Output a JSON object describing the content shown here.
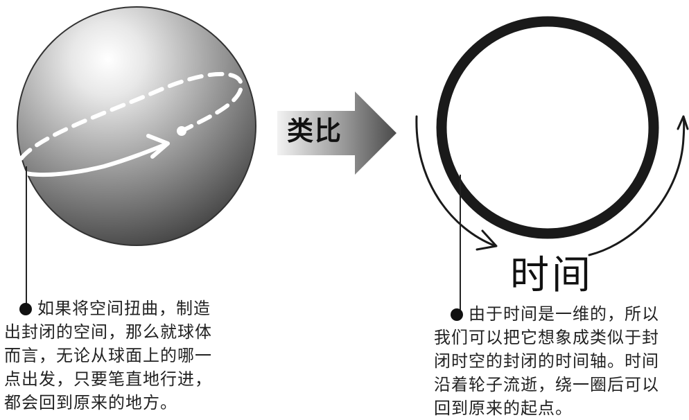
{
  "analogy_label": "类比",
  "time_label": "时间",
  "left_caption": [
    "如果将空间扭曲，制造",
    "出封闭的空间，那么就球体",
    "而言，无论从球面上的哪一",
    "点出发，只要笔直地行进，",
    "都会回到原来的地方。"
  ],
  "right_caption": [
    "由于时间是一维的，所以",
    "我们可以把它想象成类似于封",
    "闭时空的封闭的时间轴。时间",
    "沿着轮子流逝，绕一圈后可以",
    "回到原来的起点。"
  ]
}
